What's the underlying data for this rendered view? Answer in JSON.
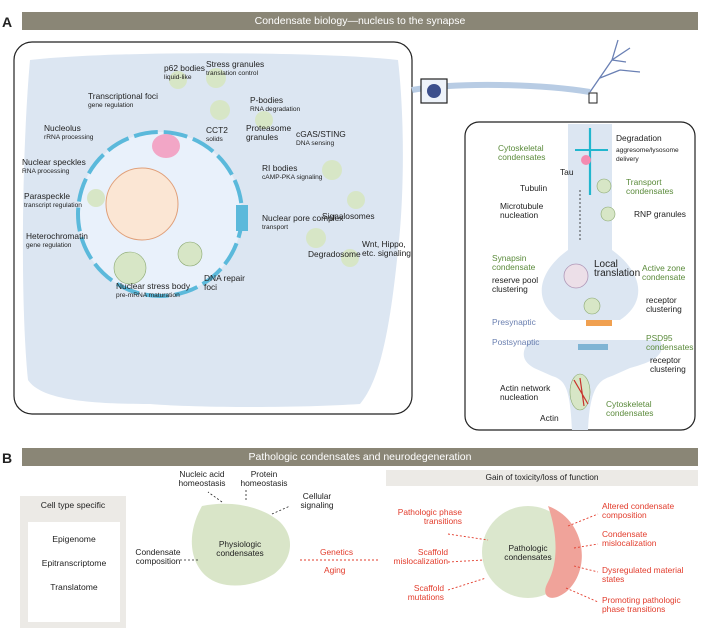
{
  "panel_a": {
    "letter": "A",
    "title": "Condensate biology—nucleus to the synapse",
    "cell_labels": {
      "p62": {
        "name": "p62 bodies",
        "sub": "liquid-like"
      },
      "stress": {
        "name": "Stress granules",
        "sub": "translation control"
      },
      "transcriptional": {
        "name": "Transcriptional foci",
        "sub": "gene regulation"
      },
      "pbodies": {
        "name": "P-bodies",
        "sub": "RNA degradation"
      },
      "nucleolus": {
        "name": "Nucleolus",
        "sub": "rRNA processing"
      },
      "cct2": {
        "name": "CCT2",
        "sub": "solids"
      },
      "proteasome": {
        "name": "Proteasome granules",
        "sub": ""
      },
      "cgas": {
        "name": "cGAS/STING",
        "sub": "DNA sensing"
      },
      "speckles": {
        "name": "Nuclear speckles",
        "sub": "RNA processing"
      },
      "ri": {
        "name": "RI bodies",
        "sub": "cAMP-PKA signaling"
      },
      "paraspeckle": {
        "name": "Paraspeckle",
        "sub": "transcript regulation"
      },
      "pore": {
        "name": "Nuclear pore complex",
        "sub": "transport"
      },
      "signalosomes": {
        "name": "Signalosomes",
        "sub": ""
      },
      "heterochromatin": {
        "name": "Heterochromatin",
        "sub": "gene regulation"
      },
      "wnt": {
        "name": "Wnt, Hippo, etc. signaling",
        "sub": ""
      },
      "degradosome": {
        "name": "Degradosome",
        "sub": ""
      },
      "stressbody": {
        "name": "Nuclear stress body",
        "sub": "pre-mRNA maturation"
      },
      "dnarepair": {
        "name": "DNA repair foci",
        "sub": ""
      }
    },
    "synapse_labels": {
      "degradation": "Degradation",
      "degradation_sub": "aggresome/lysosome delivery",
      "cytoskeletal_top": "Cytoskeletal condensates",
      "transport": "Transport condensates",
      "tau": "Tau",
      "tubulin": "Tubulin",
      "rnp": "RNP granules",
      "microtubule": "Microtubule nucleation",
      "synapsin": "Synapsin condensate",
      "reserve": "reserve pool clustering",
      "local": "Local translation",
      "active_zone": "Active zone condensate",
      "receptor1": "receptor clustering",
      "presynaptic": "Presynaptic",
      "postsynaptic": "Postsynaptic",
      "psd95": "PSD95 condensates",
      "receptor2": "receptor clustering",
      "actin_network": "Actin network nucleation",
      "actin": "Actin",
      "cytoskeletal_bottom": "Cytoskeletal condensates"
    }
  },
  "panel_b": {
    "letter": "B",
    "title": "Pathologic condensates and neurodegeneration",
    "cell_type_box": {
      "title": "Cell type specific",
      "items": [
        "Epigenome",
        "Epitranscriptome",
        "Translatome"
      ]
    },
    "condensate_composition": "Condensate composition",
    "physiologic": "Physiologic condensates",
    "nucleic": "Nucleic acid homeostasis",
    "protein": "Protein homeostasis",
    "cellular": "Cellular signaling",
    "genetics": "Genetics",
    "aging": "Aging",
    "gain_title": "Gain of toxicity/loss of function",
    "pathologic": "Pathologic condensates",
    "left_causes": [
      "Pathologic phase transitions",
      "Scaffold mislocalization",
      "Scaffold mutations"
    ],
    "right_effects": [
      "Altered condensate composition",
      "Condensate mislocalization",
      "Dysregulated material states",
      "Promoting pathologic phase transitions"
    ]
  }
}
